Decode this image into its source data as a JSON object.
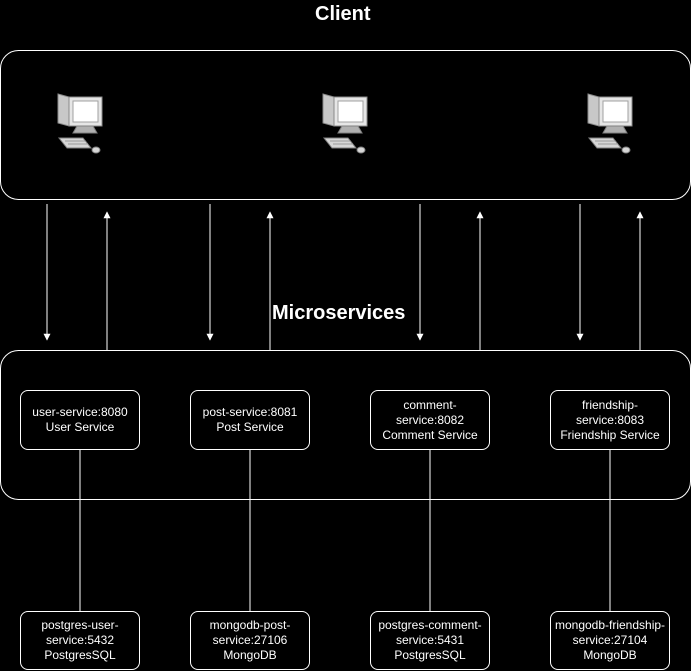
{
  "titles": {
    "client": "Client",
    "microservices": "Microservices"
  },
  "services": [
    {
      "lines": [
        "user-service:8080",
        "User Service"
      ]
    },
    {
      "lines": [
        "post-service:8081",
        "Post Service"
      ]
    },
    {
      "lines": [
        "comment-",
        "service:8082",
        "Comment Service"
      ]
    },
    {
      "lines": [
        "friendship-",
        "service:8083",
        "Friendship Service"
      ]
    }
  ],
  "databases": [
    {
      "lines": [
        "postgres-user-",
        "service:5432",
        "PostgresSQL"
      ]
    },
    {
      "lines": [
        "mongodb-post-",
        "service:27106",
        "MongoDB"
      ]
    },
    {
      "lines": [
        "postgres-comment-",
        "service:5431",
        "PostgresSQL"
      ]
    },
    {
      "lines": [
        "mongodb-friendship-",
        "service:27104",
        "MongoDB"
      ]
    }
  ],
  "icons": {
    "client": "desktop-computer-icon"
  },
  "colors": {
    "background": "#000000",
    "stroke": "#ffffff"
  }
}
